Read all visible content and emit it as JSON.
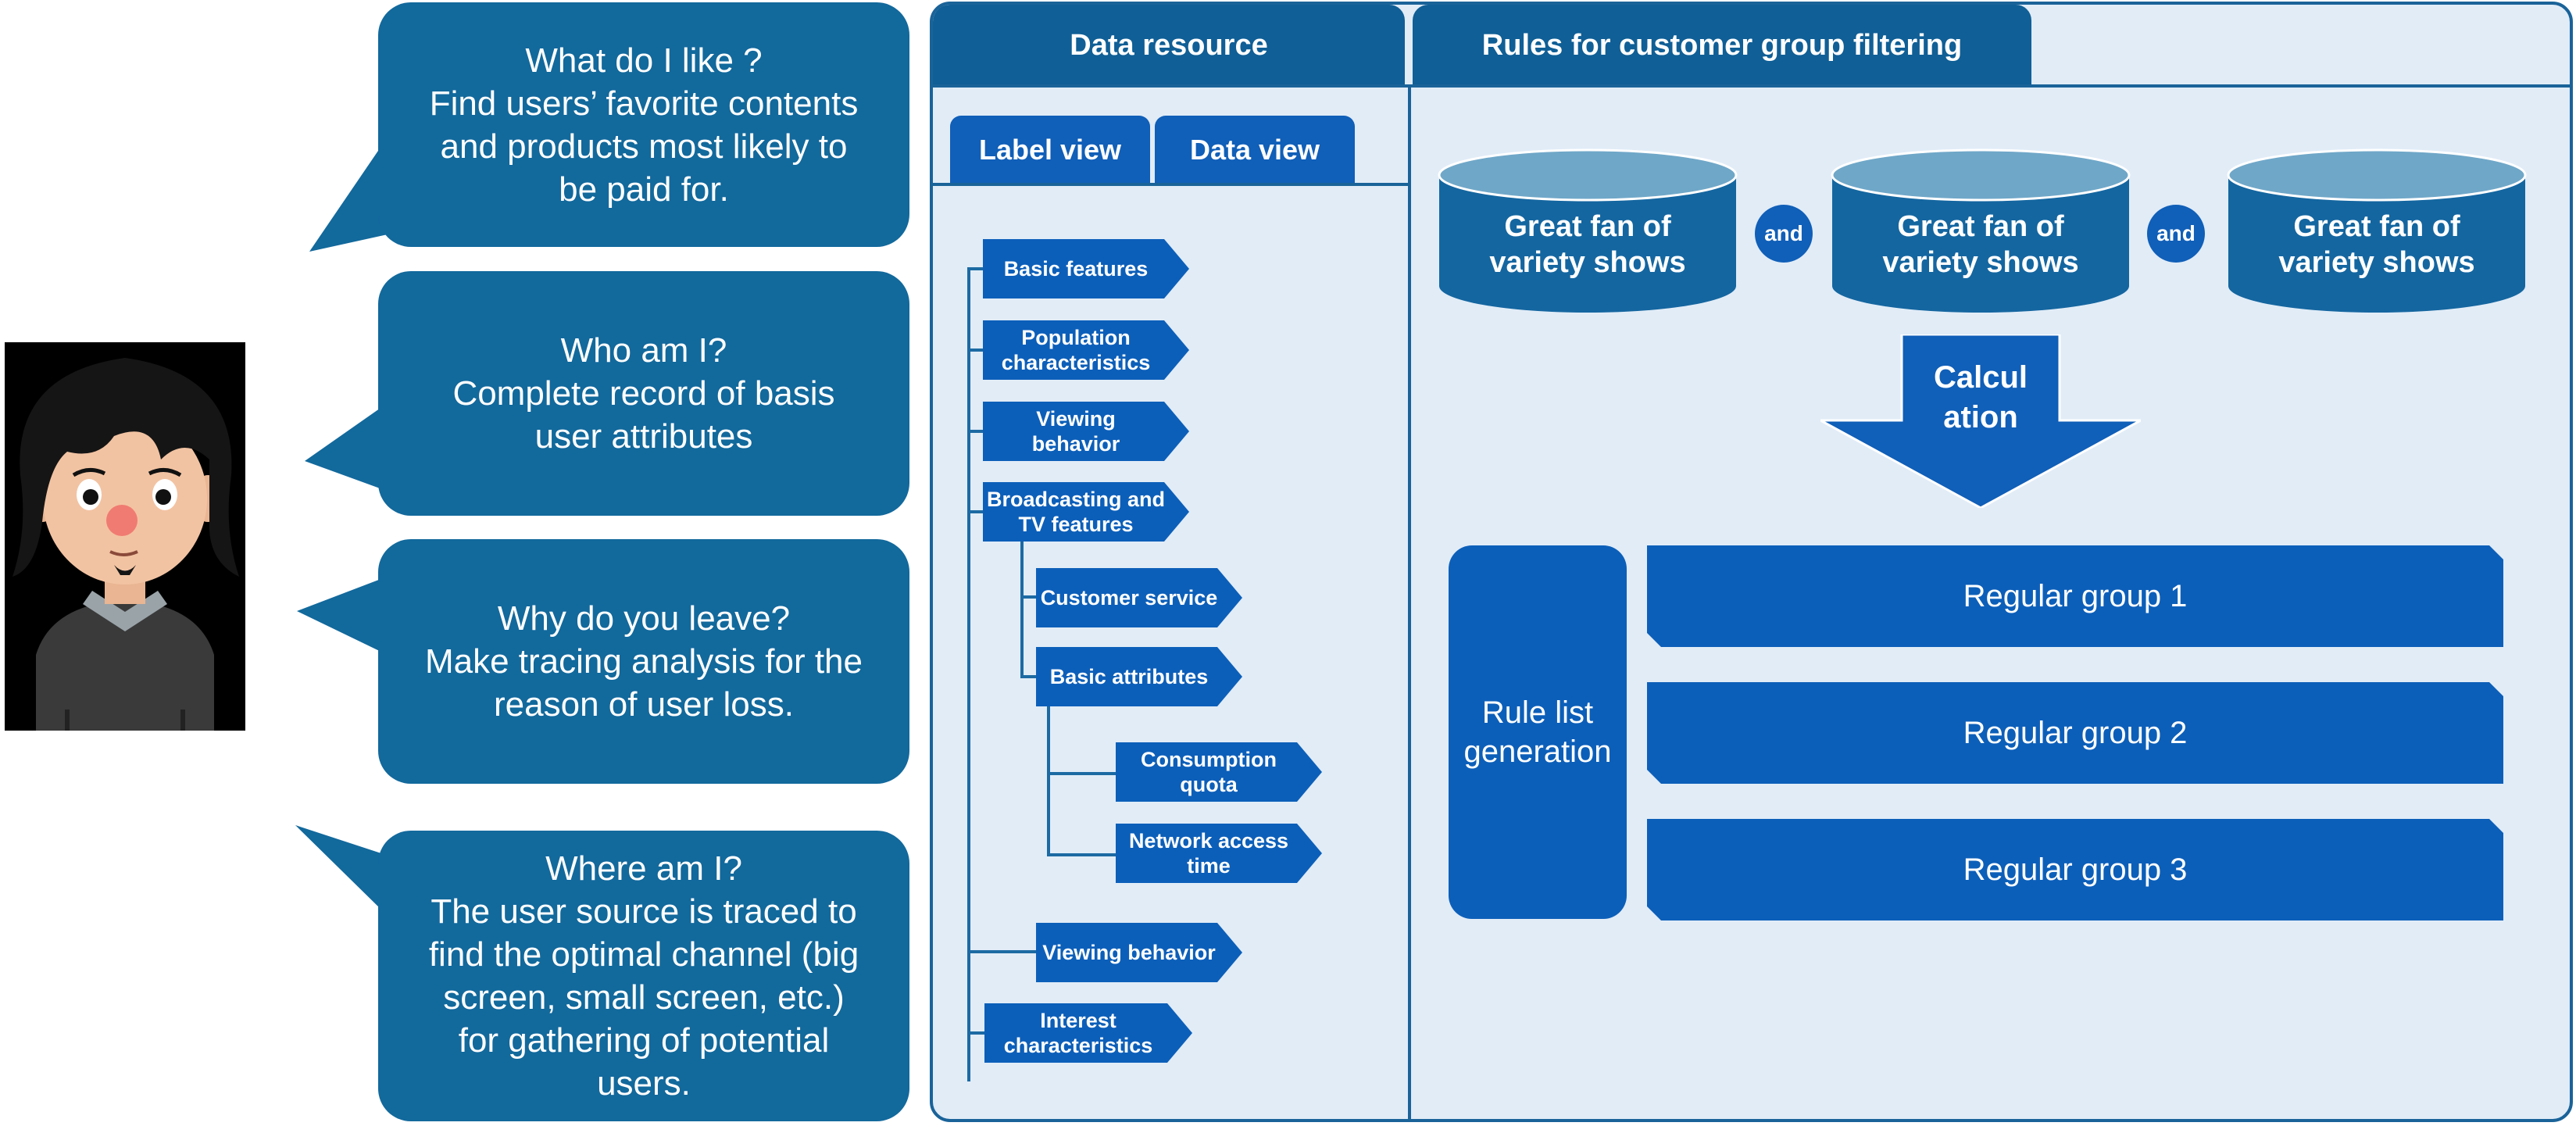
{
  "bubbles": [
    {
      "text": "What do I like ?\nFind users’ favorite contents\nand products most likely to\nbe paid for."
    },
    {
      "text": "Who am I?\nComplete record of basis\nuser attributes"
    },
    {
      "text": "Why do you leave?\nMake tracing analysis for the\nreason of user loss."
    },
    {
      "text": "Where am I?\nThe user source is traced to\nfind the optimal channel (big\nscreen, small screen, etc.)\nfor gathering of potential\nusers."
    }
  ],
  "panel": {
    "tab_data_resource": "Data resource",
    "tab_rules": "Rules for customer group filtering",
    "subtab_label_view": "Label view",
    "subtab_data_view": "Data view"
  },
  "tree": [
    {
      "label": "Basic features"
    },
    {
      "label": "Population\ncharacteristics"
    },
    {
      "label": "Viewing\nbehavior"
    },
    {
      "label": "Broadcasting and\nTV features"
    },
    {
      "label": "Customer service"
    },
    {
      "label": "Basic attributes"
    },
    {
      "label": "Consumption\nquota"
    },
    {
      "label": "Network access\ntime"
    },
    {
      "label": "Viewing behavior"
    },
    {
      "label": "Interest\ncharacteristics"
    }
  ],
  "cylinders": [
    {
      "label": "Great fan of\nvariety shows"
    },
    {
      "label": "Great fan of\nvariety shows"
    },
    {
      "label": "Great fan of\nvariety shows"
    }
  ],
  "connector_and": "and",
  "calculation_label": "Calcul\nation",
  "rule_list_label": "Rule list\ngeneration",
  "groups": [
    {
      "label": "Regular group 1"
    },
    {
      "label": "Regular group 2"
    },
    {
      "label": "Regular group 3"
    }
  ],
  "colors": {
    "bubble": "#12699c",
    "panel_bg": "#e1ecf7",
    "tab": "#105f96",
    "tag": "#0c5fb9",
    "cylinder_top": "#6fa7c8",
    "cylinder_body": "#1466a0"
  }
}
